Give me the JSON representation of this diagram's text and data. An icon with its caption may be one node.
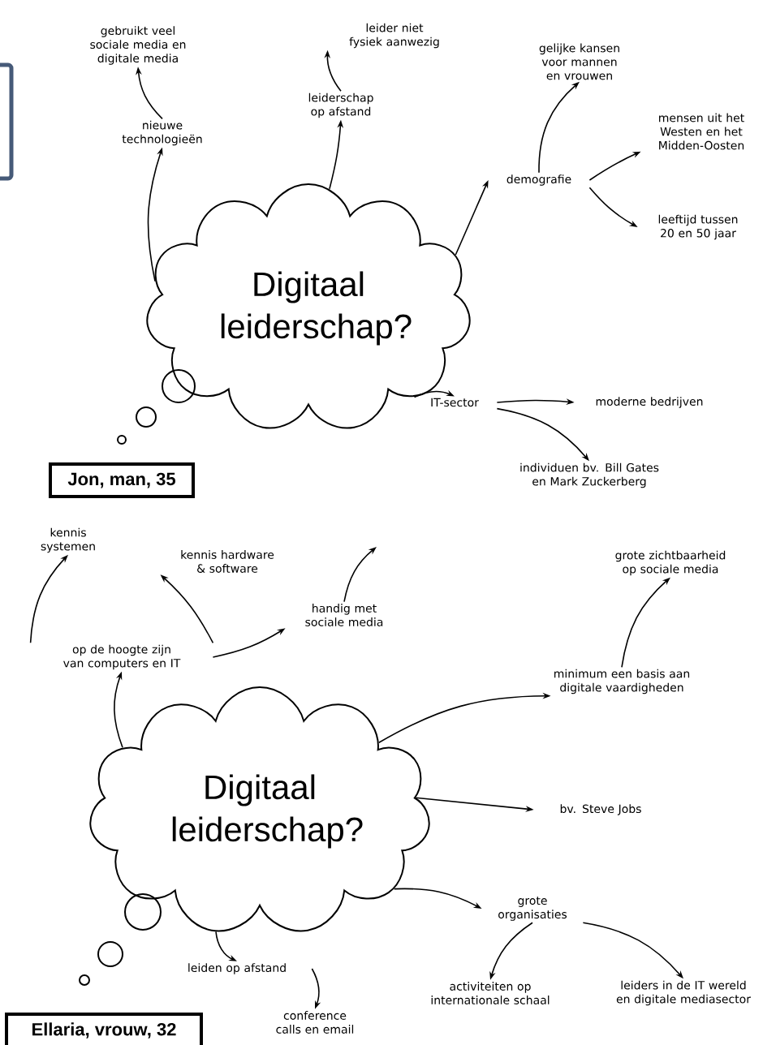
{
  "diagram": {
    "nodes": [
      {
        "text": [
          "Digitaal leiderschap?"
        ]
      },
      {
        "text": [
          "nieuwe technologieën"
        ]
      },
      {
        "text": [
          "gebruikt veel sociale media en digitale media"
        ]
      },
      {
        "text": [
          "leiderschap op afstand"
        ]
      },
      {
        "text": [
          "leider niet fysiek aanwezig"
        ]
      },
      {
        "text": [
          "demografie"
        ]
      },
      {
        "text": [
          "gelijke kansen voor mannen en vrouwen"
        ]
      },
      {
        "text": [
          "mensen uit het Westen en het Midden-Oosten"
        ]
      },
      {
        "text": [
          "leeftijd tussen 20 en 50 jaar"
        ]
      },
      {
        "text": [
          "IT-sector"
        ]
      },
      {
        "text": [
          "moderne bedrijven"
        ]
      },
      {
        "text": [
          "individuen bv. Bill Gates en Mark Zuckerberg"
        ]
      },
      {
        "text": [
          "Jon, man, 35"
        ]
      },
      {
        "text": [
          "Digitaal leiderschap?"
        ]
      },
      {
        "text": [
          "op de hoogte zijn van computers en IT"
        ]
      },
      {
        "text": [
          "kennis systemen"
        ]
      },
      {
        "text": [
          "kennis hardware & software"
        ]
      },
      {
        "text": [
          "handig met sociale media"
        ]
      },
      {
        "text": [
          "grote zichtbaarheid op sociale media"
        ]
      },
      {
        "text": [
          "minimum een basis aan digitale vaardigheden"
        ]
      },
      {
        "text": [
          "bv. Steve Jobs"
        ]
      },
      {
        "text": [
          "grote organisaties"
        ]
      },
      {
        "text": [
          "activiteiten op internationale schaal"
        ]
      },
      {
        "text": [
          "leiders in de IT wereld en digitale mediasector"
        ]
      },
      {
        "text": [
          "leiden op afstand"
        ]
      },
      {
        "text": [
          "conference calls en email"
        ]
      },
      {
        "text": [
          "Ellaria, vrouw, 32"
        ]
      }
    ],
    "edges": [
      {
        "from": 0,
        "to": 1,
        "arrow": "to"
      },
      {
        "from": 1,
        "to": 2,
        "arrow": "to"
      },
      {
        "from": 0,
        "to": 3,
        "arrow": "to"
      },
      {
        "from": 3,
        "to": 4,
        "arrow": "to"
      },
      {
        "from": 0,
        "to": 5,
        "arrow": "to"
      },
      {
        "from": 5,
        "to": 6,
        "arrow": "to"
      },
      {
        "from": 5,
        "to": 7,
        "arrow": "to"
      },
      {
        "from": 5,
        "to": 8,
        "arrow": "to"
      },
      {
        "from": 0,
        "to": 9,
        "arrow": "to"
      },
      {
        "from": 9,
        "to": 10,
        "arrow": "to"
      },
      {
        "from": 9,
        "to": 11,
        "arrow": "to"
      },
      {
        "from": 13,
        "to": 14,
        "arrow": "to"
      },
      {
        "from": 14,
        "to": 15,
        "arrow": "to"
      },
      {
        "from": 14,
        "to": 16,
        "arrow": "to"
      },
      {
        "from": 14,
        "to": 17,
        "arrow": "to"
      },
      {
        "from": 17,
        "to": null,
        "arrow": "to"
      },
      {
        "from": 13,
        "to": 19,
        "arrow": "to"
      },
      {
        "from": 19,
        "to": 18,
        "arrow": "to"
      },
      {
        "from": 13,
        "to": 20,
        "arrow": "to"
      },
      {
        "from": 13,
        "to": 21,
        "arrow": "to"
      },
      {
        "from": 21,
        "to": 22,
        "arrow": "to"
      },
      {
        "from": 21,
        "to": 23,
        "arrow": "to"
      },
      {
        "from": 13,
        "to": 24,
        "arrow": "to"
      },
      {
        "from": 24,
        "to": 25,
        "arrow": "to"
      }
    ]
  }
}
